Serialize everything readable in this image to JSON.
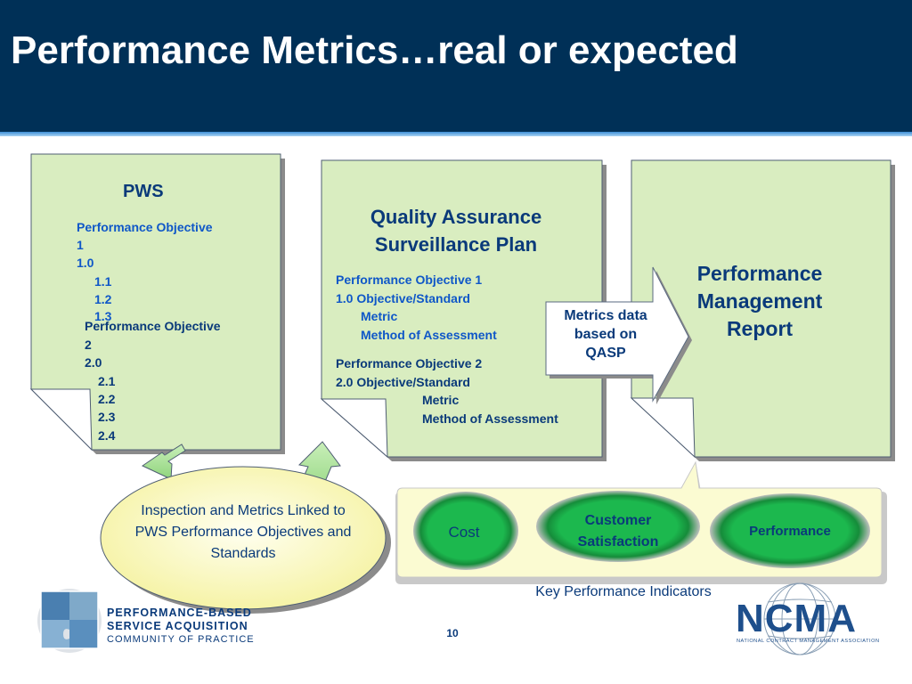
{
  "title": "Performance Metrics…real or expected",
  "pws": {
    "heading": "PWS",
    "objective1_lines": [
      "Performance Objective",
      "1",
      "1.0",
      "1.1",
      "1.2",
      "1.3"
    ],
    "objective2_lines": [
      "Performance Objective",
      "2",
      "2.0",
      "2.1",
      "2.2",
      "2.3",
      "2.4"
    ]
  },
  "qasp": {
    "heading_lines": [
      "Quality Assurance",
      "Surveillance Plan"
    ],
    "objective1_lines": [
      "Performance Objective 1",
      "1.0 Objective/Standard",
      "Metric",
      "Method of Assessment"
    ],
    "objective2_lines": [
      "Performance Objective 2",
      "2.0 Objective/Standard",
      "Metric",
      "Method of Assessment"
    ]
  },
  "pmr": {
    "heading_lines": [
      "Performance",
      "Management",
      "Report"
    ]
  },
  "arrow": {
    "label_lines": [
      "Metrics data",
      "based on",
      "QASP"
    ]
  },
  "ellipse": {
    "text": "Inspection and Metrics Linked to PWS Performance Objectives and Standards"
  },
  "kpi": {
    "items": [
      {
        "label": "Cost"
      },
      {
        "label_lines": [
          "Customer",
          "Satisfaction"
        ]
      },
      {
        "label": "Performance"
      }
    ],
    "caption": "Key Performance Indicators"
  },
  "page_number": "10",
  "logo_left": {
    "line1": "PERFORMANCE-BASED",
    "line2": "SERVICE ACQUISITION",
    "line3": "COMMUNITY OF PRACTICE"
  },
  "logo_right": {
    "word": "NCMA",
    "subtitle": "NATIONAL CONTRACT MANAGEMENT ASSOCIATION"
  },
  "colors": {
    "header_bg": "#003057",
    "page_fill": "#d9edc0",
    "kpi_panel": "#fbfbd2",
    "kpi_oval": "#1cb84e",
    "accent_arrow": "#9bd98a",
    "text_blue": "#0f57c8",
    "text_navy": "#0a3a7a"
  }
}
